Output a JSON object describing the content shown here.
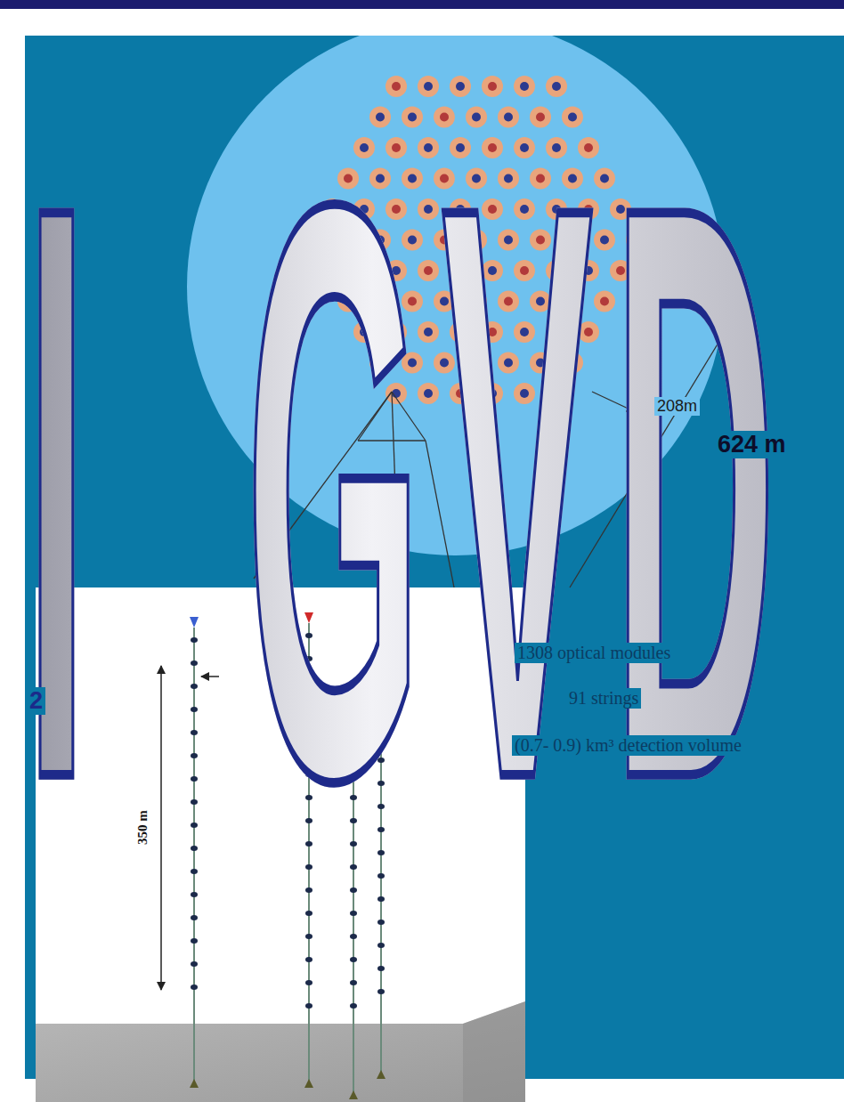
{
  "diagram": {
    "title": "I GVD",
    "labels": [
      "208m",
      "624 m",
      "1308 optical modules",
      "91 strings",
      "(0.7- 0.9) km³ detection volume",
      "350 m",
      "2"
    ]
  }
}
